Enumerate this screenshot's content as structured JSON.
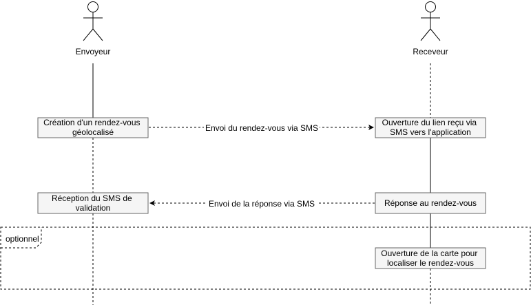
{
  "actors": {
    "sender": {
      "label": "Envoyeur"
    },
    "receiver": {
      "label": "Receveur"
    }
  },
  "boxes": {
    "create": {
      "lines": [
        "Création d'un rendez-vous",
        "géolocalisé"
      ]
    },
    "open_link": {
      "lines": [
        "Ouverture du lien reçu via",
        "SMS vers l'application"
      ]
    },
    "reply": {
      "lines": [
        "Réponse au rendez-vous"
      ]
    },
    "validation": {
      "lines": [
        "Réception du SMS de",
        "validation"
      ]
    },
    "open_map": {
      "lines": [
        "Ouverture de la carte pour",
        "localiser le rendez-vous"
      ]
    }
  },
  "messages": {
    "send_meeting": {
      "label": "Envoi du rendez-vous via SMS"
    },
    "send_reply": {
      "label": "Envoi de la réponse via SMS"
    }
  },
  "fragment": {
    "label": "optionnel"
  },
  "colors": {
    "box_fill": "#f5f5f5",
    "box_stroke": "#666666",
    "line": "#000000"
  }
}
